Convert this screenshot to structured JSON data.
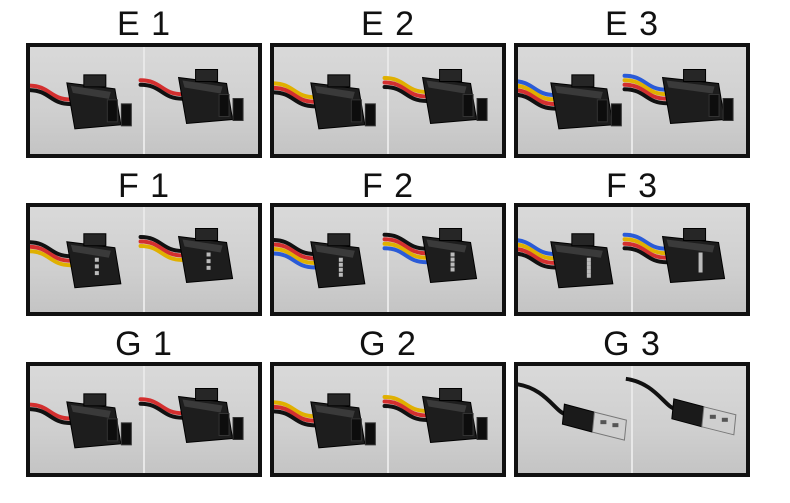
{
  "cells": [
    {
      "label": "E 1",
      "wires": [
        "#d32f2f",
        "#111111"
      ],
      "kind": "housing-small"
    },
    {
      "label": "E 2",
      "wires": [
        "#e0b000",
        "#d32f2f",
        "#111111"
      ],
      "kind": "housing-mid"
    },
    {
      "label": "E 3",
      "wires": [
        "#2a5bd7",
        "#e0b000",
        "#d32f2f",
        "#111111"
      ],
      "kind": "housing-large"
    },
    {
      "label": "F 1",
      "wires": [
        "#111111",
        "#d32f2f",
        "#e0b000"
      ],
      "kind": "dupont-3"
    },
    {
      "label": "F 2",
      "wires": [
        "#111111",
        "#d32f2f",
        "#e0b000",
        "#2a5bd7"
      ],
      "kind": "dupont-4"
    },
    {
      "label": "F 3",
      "wires": [
        "#2a5bd7",
        "#e0b000",
        "#d32f2f",
        "#111111"
      ],
      "kind": "dupont-5"
    },
    {
      "label": "G 1",
      "wires": [
        "#d32f2f",
        "#111111"
      ],
      "kind": "sm-2"
    },
    {
      "label": "G 2",
      "wires": [
        "#e0b000",
        "#d32f2f",
        "#111111"
      ],
      "kind": "sm-3"
    },
    {
      "label": "G 3",
      "wires": [
        "#111111"
      ],
      "kind": "usb"
    }
  ]
}
